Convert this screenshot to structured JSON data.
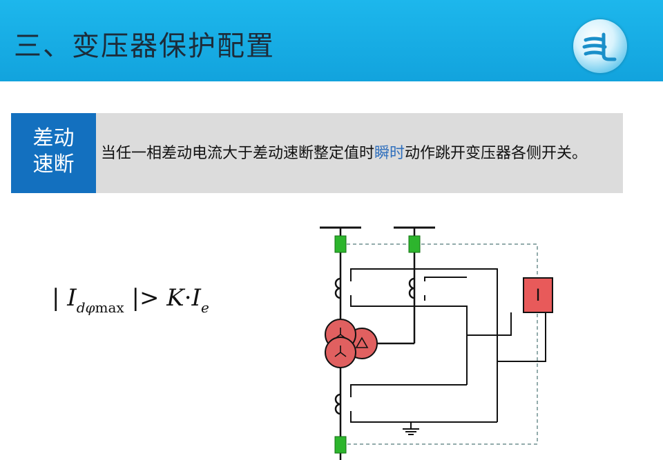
{
  "header": {
    "title": "三、变压器保护配置",
    "logo_icon": "power-grid-logo-icon"
  },
  "content": {
    "tag_line1": "差动",
    "tag_line2": "速断",
    "desc_before": "当任一相差动电流大于差动速断整定值时",
    "desc_highlight": "瞬时",
    "desc_after": "动作跳开变压器各侧开关。"
  },
  "formula": {
    "lhs_bar_open": "|",
    "I": "I",
    "subscript_d_phi": "dφ",
    "subscript_max": "max",
    "rhs": "|> ",
    "K": "K",
    "dot": "·",
    "I2": "I",
    "subscript_e": "e"
  },
  "diagram": {
    "relay_label": "I",
    "colors": {
      "header_blue": "#16aee6",
      "tag_blue": "#1370bf",
      "highlight": "#2f6fbd",
      "breaker_green": "#2db52d",
      "transformer_red": "#e06060",
      "relay_red": "#e85a5a"
    }
  }
}
